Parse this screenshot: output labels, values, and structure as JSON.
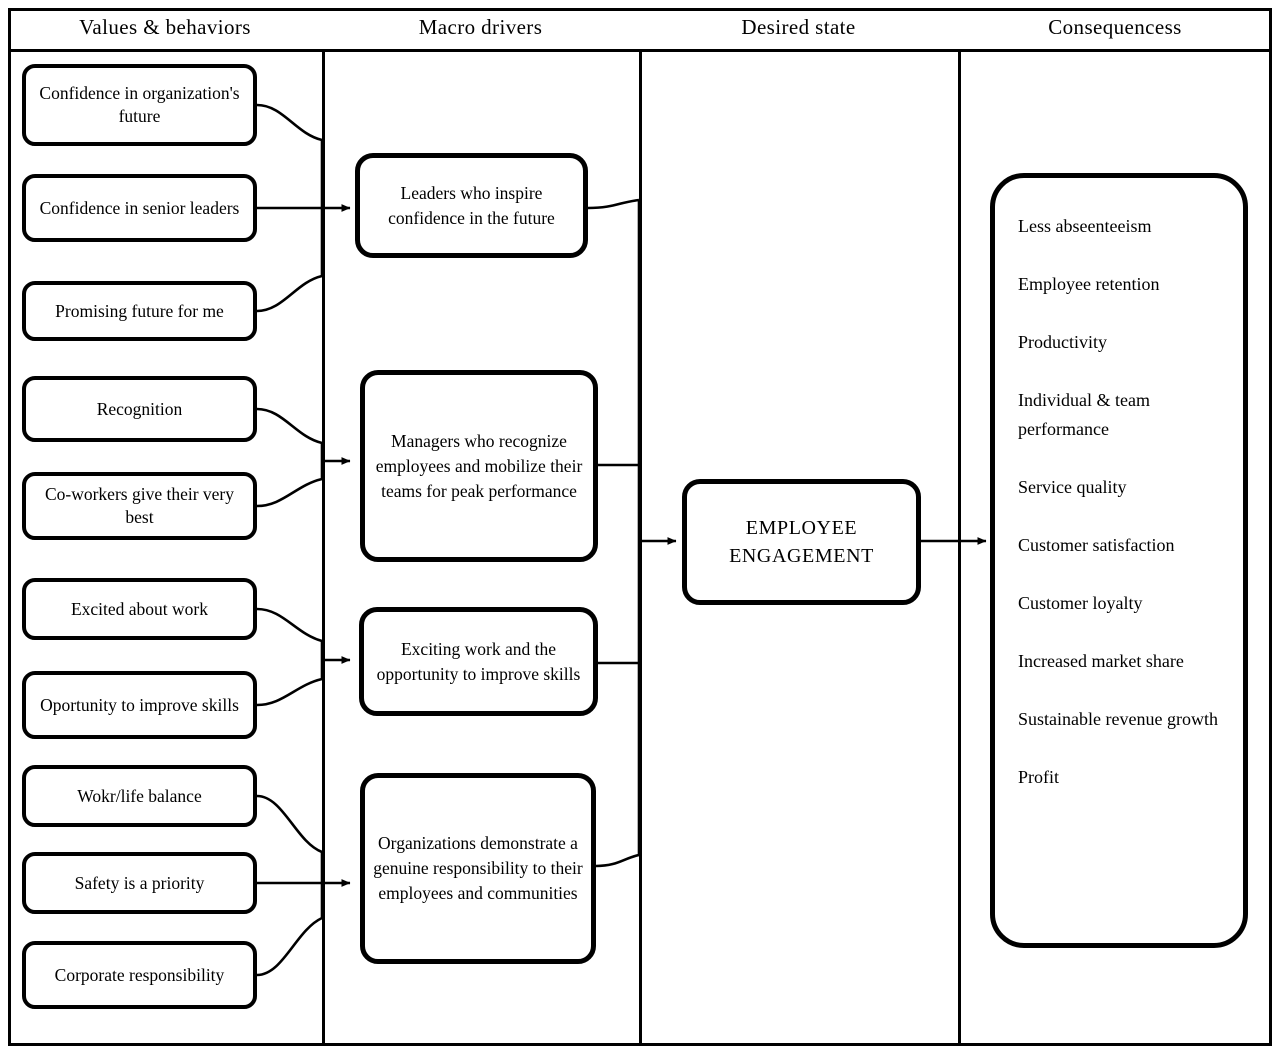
{
  "columns": [
    {
      "id": "values-behaviors",
      "title": "Values & behaviors"
    },
    {
      "id": "macro-drivers",
      "title": "Macro drivers"
    },
    {
      "id": "desired-state",
      "title": "Desired state"
    },
    {
      "id": "consequences",
      "title": "Consequencess"
    }
  ],
  "values_behaviors": [
    {
      "label": "Confidence in organization's future"
    },
    {
      "label": "Confidence in senior leaders"
    },
    {
      "label": "Promising future for me"
    },
    {
      "label": "Recognition"
    },
    {
      "label": "Co-workers give their very best"
    },
    {
      "label": "Excited about work"
    },
    {
      "label": "Oportunity to improve skills"
    },
    {
      "label": "Wokr/life balance"
    },
    {
      "label": "Safety is a priority"
    },
    {
      "label": "Corporate responsibility"
    }
  ],
  "macro_drivers": [
    {
      "label": "Leaders who inspire confidence in the future"
    },
    {
      "label": "Managers who recognize employees and mobilize their teams for peak performance"
    },
    {
      "label": "Exciting work and the opportunity to improve skills"
    },
    {
      "label": "Organizations demonstrate a genuine responsibility to their employees and communities"
    }
  ],
  "desired_state": {
    "label": "EMPLOYEE ENGAGEMENT"
  },
  "consequences": [
    "Less abseenteeism",
    "Employee retention",
    "Productivity",
    "Individual & team performance",
    "Service quality",
    "Customer satisfaction",
    "Customer loyalty",
    "Increased market share",
    "Sustainable revenue growth",
    "Profit"
  ],
  "style": {
    "line_color": "#000000",
    "background": "#ffffff"
  }
}
